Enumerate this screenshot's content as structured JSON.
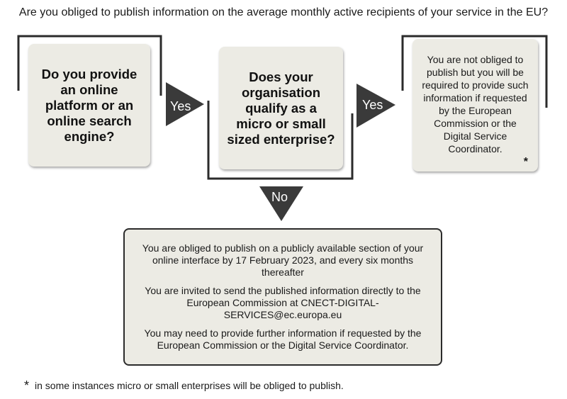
{
  "title": "Are you obliged to publish information on the average monthly active recipients of your service in the EU?",
  "question_1": {
    "text": "Do you provide an online platform or an online search engine?"
  },
  "question_2": {
    "text": "Does your organisation qualify as a micro or small sized enterprise?"
  },
  "arrow_yes_1": {
    "label": "Yes"
  },
  "arrow_yes_2": {
    "label": "Yes"
  },
  "arrow_no": {
    "label": "No"
  },
  "info_box": {
    "text": "You are not obliged to publish but you will be required to provide such information if requested by the European Commission or the Digital Service Coordinator.",
    "asterisk": "*"
  },
  "obligation_box": {
    "paragraph_1": "You are obliged to publish on a publicly available section of your online interface by 17 February 2023, and every six months thereafter",
    "paragraph_2": "You are invited to send the published information directly to the European Commission at CNECT-DIGITAL-SERVICES@ec.europa.eu",
    "paragraph_3": "You may need to provide further information if requested by the European Commission or the Digital Service Coordinator."
  },
  "footnote": {
    "asterisk": "*",
    "text": "in some instances micro or small enterprises will be obliged to publish."
  },
  "colors": {
    "box_fill": "#ecebe4",
    "connector": "#2b2b2b",
    "arrow": "#3a3a3a",
    "arrow_text": "#ffffff"
  }
}
